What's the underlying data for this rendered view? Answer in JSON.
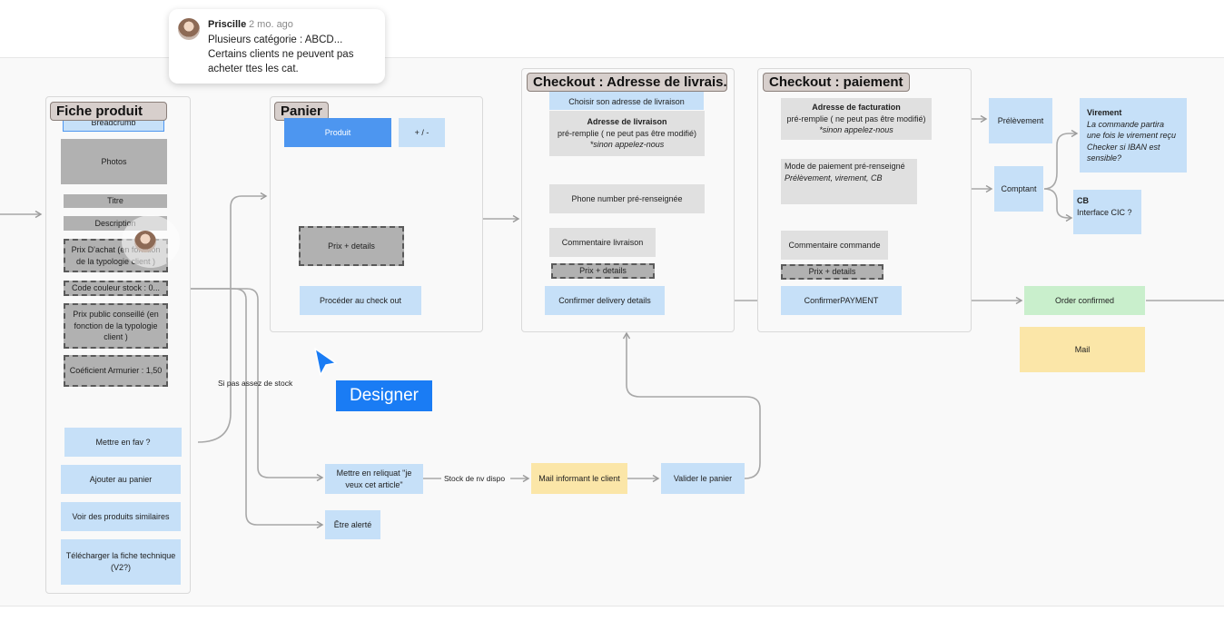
{
  "comment": {
    "author": "Priscille",
    "time": "2 mo. ago",
    "lines": [
      "Plusieurs catégorie : ABCD...",
      "Certains clients ne peuvent pas",
      "acheter ttes les cat."
    ]
  },
  "cursor_label": "Designer",
  "sections": {
    "fiche": "Fiche produit",
    "panier": "Panier",
    "checkout_livraison": "Checkout : Adresse de livrais...",
    "checkout_paiement": "Checkout : paiement"
  },
  "fiche": {
    "breadcrumb": "Breadcrumb",
    "photos": "Photos",
    "titre": "Titre",
    "description": "Description",
    "prix_achat": "Prix D'achat (en fonction de la typologie client )",
    "code_couleur": "Code couleur stock : 0...",
    "prix_public": "Prix public conseillé  (en fonction de la typologie client )",
    "coef": "Coéficient Armurier : 1,50",
    "fav": "Mettre en fav ?",
    "ajouter": "Ajouter au panier",
    "similaires": "Voir des produits similaires",
    "telecharger": "Télécharger la fiche technique (V2?)"
  },
  "panier": {
    "produit": "Produit",
    "plusmoins": "+ / -",
    "prix": "Prix + details",
    "proceder": "Procéder au check out"
  },
  "livraison": {
    "choisir": "Choisir son adresse de livraison",
    "adresse_title": "Adresse de livraison",
    "adresse_sub": "pré-remplie ( ne peut pas être modifié)",
    "adresse_note": "*sinon appelez-nous",
    "phone": "Phone number pré-renseignée",
    "commentaire": "Commentaire livraison",
    "prix": "Prix + details",
    "confirmer": "Confirmer delivery details"
  },
  "paiement": {
    "facturation_title": "Adresse de facturation",
    "facturation_sub": "pré-remplie ( ne peut pas être modifié)",
    "facturation_note": "*sinon appelez-nous",
    "mode_title": "Mode de paiement pré-renseigné",
    "mode_sub": "Prélèvement, virement, CB",
    "commentaire": "Commentaire commande",
    "prix": "Prix + details",
    "confirmer": "ConfirmerPAYMENT"
  },
  "payment_types": {
    "prelevement": "Prélèvement",
    "comptant": "Comptant",
    "virement_title": "Virement",
    "virement_text": "La commande partira une fois le virement reçu Checker si IBAN est sensible?",
    "cb_title": "CB",
    "cb_text": "Interface CIC ?"
  },
  "final": {
    "order": "Order confirmed",
    "mail": "Mail"
  },
  "stock_flow": {
    "note": "Si pas assez de stock",
    "reliquat": "Mettre en reliquat \"je veux cet article\"",
    "stock_dispo": "Stock de nv dispo",
    "mail_client": "Mail informant le client",
    "valider": "Valider le panier",
    "alerte": "Être alerté"
  },
  "colors": {
    "blue": "#c6e0f8",
    "blue_dark": "#4d96f0",
    "gray": "#e0e0e0",
    "gray_dark": "#b1b1b1",
    "green": "#c9efcc",
    "yellow": "#fbe6a8",
    "title_bg": "#d7cfcc",
    "accent": "#1a7cf4"
  }
}
